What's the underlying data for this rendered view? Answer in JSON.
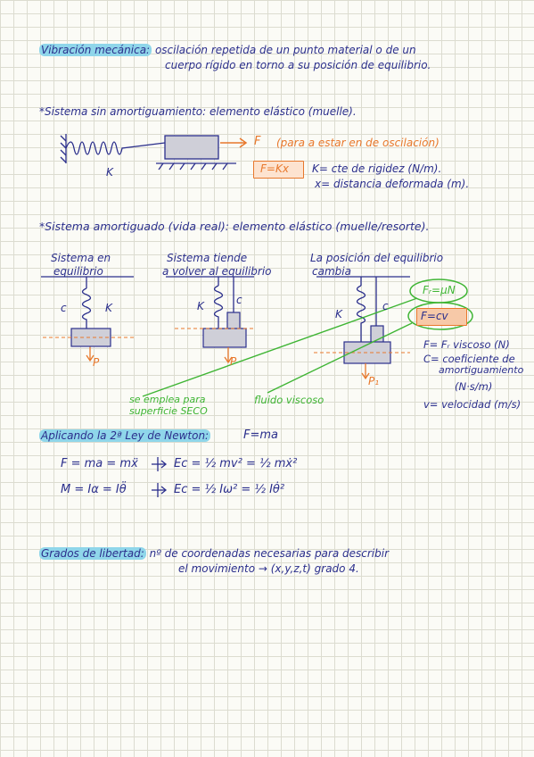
{
  "sec1": {
    "term": "Vibración mecánica:",
    "line1": "oscilación repetida de un punto material o de un",
    "line2": "cuerpo rígido en torno a su posición de equilibrio."
  },
  "sec2": {
    "heading": "*Sistema sin amortiguamiento: elemento elástico (muelle).",
    "force": "F",
    "force_note": "(para a estar en de oscilación)",
    "k_label": "K",
    "formula": "F=Kx",
    "k_def": "K= cte de rigidez (N/m).",
    "x_def": "x= distancia deformada (m)."
  },
  "sec3": {
    "heading": "*Sistema amortiguado (vida real): elemento elástico (muelle/resorte).",
    "col1_title1": "Sistema en",
    "col1_title2": "equilibrio",
    "col2_title1": "Sistema tiende",
    "col2_title2": "a volver al equilibrio",
    "col3_title1": "La posición del equilibrio",
    "col3_title2": "cambia",
    "c": "c",
    "k": "K",
    "p": "P",
    "p1": "P₁",
    "fr_formula": "Fᵣ=μN",
    "cv_formula": "F=cv",
    "fr_def": "F= Fᵣ viscoso (N)",
    "c_def1": "C= coeficiente de",
    "c_def2": "amortiguamiento",
    "c_def3": "(N·s/m)",
    "v_def": "v= velocidad (m/s)",
    "seco1": "se emplea para",
    "seco2": "superficie SECO",
    "fluido": "fluido viscoso"
  },
  "sec4": {
    "heading": "Aplicando la 2ª Ley de Newton:",
    "eq_main": "F=ma",
    "eq1": "F = ma = mẍ",
    "eq1b": "Ec = ½ mv² = ½ mẋ²",
    "eq2": "M = Iα = Iθ̈",
    "eq2b": "Ec = ½ Iω² = ½ Iθ̇²"
  },
  "sec5": {
    "term": "Grados de libertad:",
    "line1": "nº de coordenadas necesarias para describir",
    "line2": "el movimiento → (x,y,z,t) grado 4."
  }
}
